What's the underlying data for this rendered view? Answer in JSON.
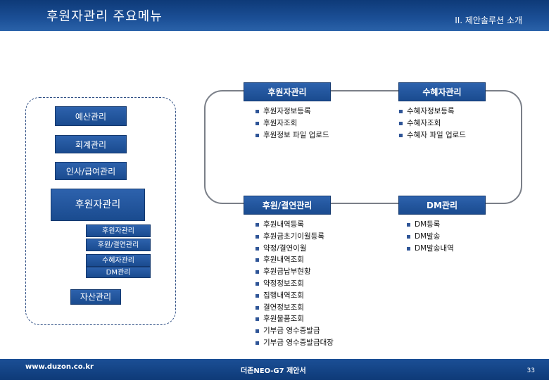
{
  "header": {
    "title": "후원자관리 주요메뉴",
    "section": "II. 제안솔루션 소개"
  },
  "nav": {
    "budget": "예산관리",
    "accounting": "회계관리",
    "hr": "인사/급여관리",
    "donor": "후원자관리",
    "sub": [
      "후원자관리",
      "후원/결연관리",
      "수혜자관리",
      "DM관리"
    ],
    "asset": "자산관리"
  },
  "panels": {
    "donor_mgmt": {
      "title": "후원자관리",
      "items": [
        "후원자정보등록",
        "후원자조회",
        "후원정보 파일 업로드"
      ]
    },
    "beneficiary_mgmt": {
      "title": "수혜자관리",
      "items": [
        "수혜자정보등록",
        "수혜자조회",
        "수혜자 파일 업로드"
      ]
    },
    "sponsorship_mgmt": {
      "title": "후원/결연관리",
      "items": [
        "후원내역등록",
        "후원금초기이월등록",
        "약정/결연이월",
        "후원내역조회",
        "후원금납부현황",
        "약정정보조회",
        "집행내역조회",
        "결연정보조회",
        "후원물품조회",
        "기부금 영수증발급",
        "기부금 영수증발급대장"
      ]
    },
    "dm_mgmt": {
      "title": "DM관리",
      "items": [
        "DM등록",
        "DM발송",
        "DM발송내역"
      ]
    }
  },
  "footer": {
    "url": "www.duzon.co.kr",
    "name": "더존NEO-G7 제안서",
    "page": "33"
  }
}
